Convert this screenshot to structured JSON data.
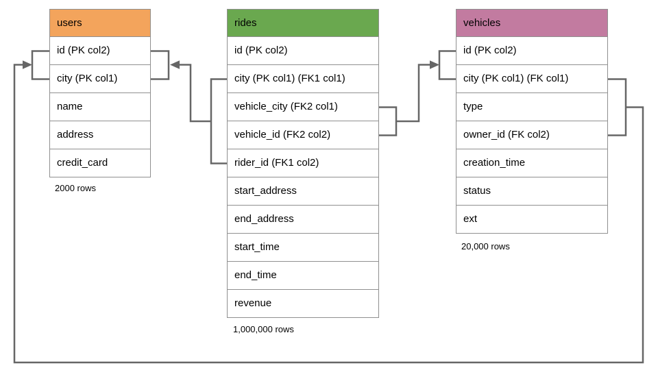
{
  "diagram": {
    "line_color": "#666666",
    "border_color": "#8f8f8f",
    "tables": [
      {
        "name": "users",
        "header_color": "#F3A45C",
        "columns": [
          "id (PK col2)",
          "city (PK col1)",
          "name",
          "address",
          "credit_card"
        ],
        "row_count_label": "2000 rows"
      },
      {
        "name": "rides",
        "header_color": "#6AA84F",
        "columns": [
          "id (PK col2)",
          "city (PK col1) (FK1 col1)",
          "vehicle_city (FK2 col1)",
          "vehicle_id (FK2 col2)",
          "rider_id (FK1 col2)",
          "start_address",
          "end_address",
          "start_time",
          "end_time",
          "revenue"
        ],
        "row_count_label": "1,000,000 rows"
      },
      {
        "name": "vehicles",
        "header_color": "#C27BA0",
        "columns": [
          "id (PK col2)",
          "city (PK col1) (FK col1)",
          "type",
          "owner_id (FK col2)",
          "creation_time",
          "status",
          "ext"
        ],
        "row_count_label": "20,000 rows"
      }
    ],
    "relationships": [
      {
        "from": "rides (city FK1 col1, rider_id FK1 col2)",
        "to": "users (id PK col2, city PK col1)"
      },
      {
        "from": "rides (vehicle_city FK2 col1, vehicle_id FK2 col2)",
        "to": "vehicles (id PK col2, city PK col1)"
      },
      {
        "from": "vehicles (city FK col1, owner_id FK col2)",
        "to": "users (id PK col2, city PK col1)"
      }
    ]
  }
}
